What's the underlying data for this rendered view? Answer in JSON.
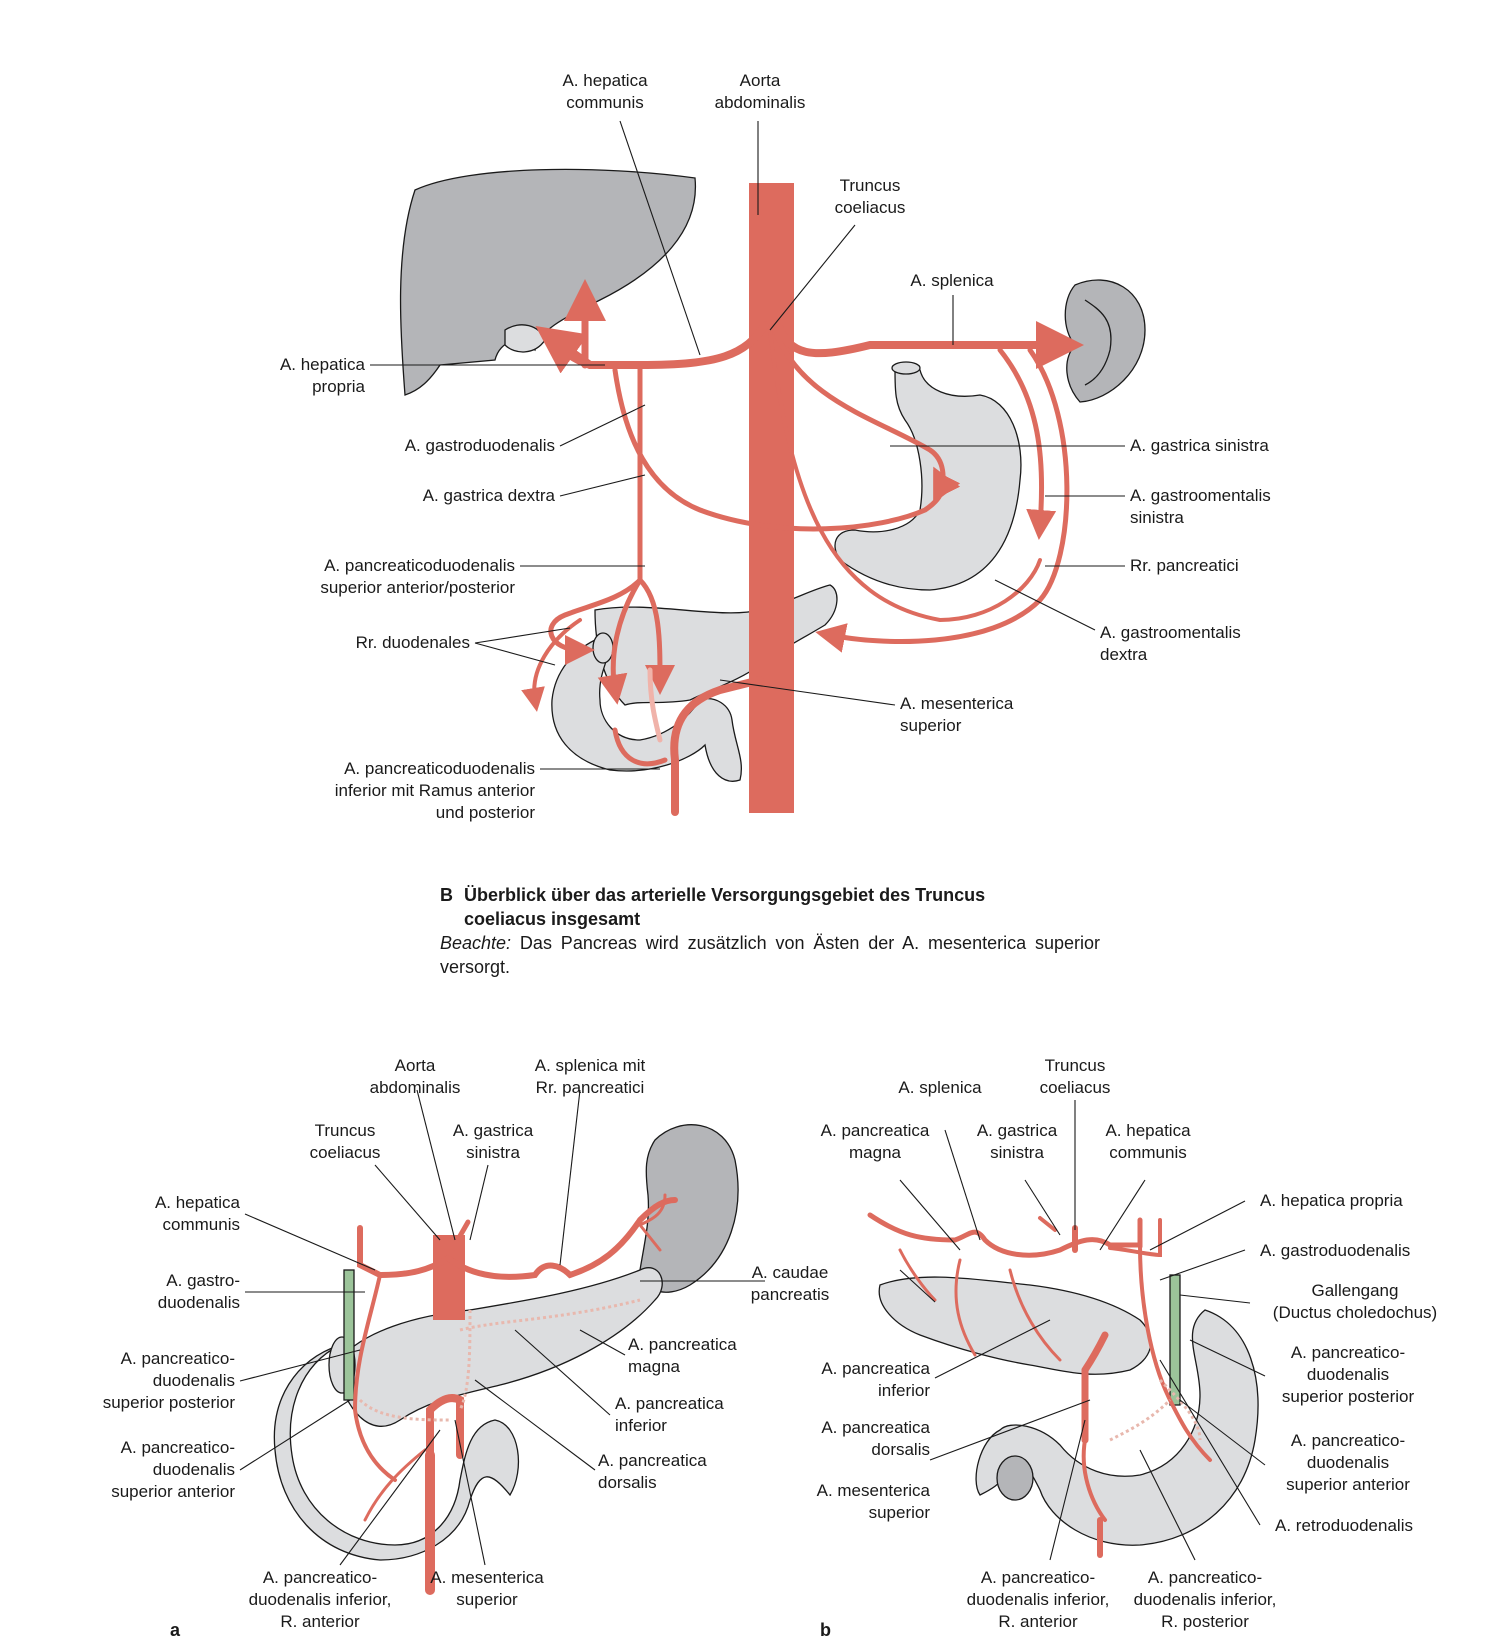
{
  "colors": {
    "artery": "#dd6b5e",
    "organ": "#b4b5b8",
    "organ_light": "#dcdddf",
    "duct": "#9cc49a"
  },
  "top": {
    "hepatica_communis": [
      "A. hepatica",
      "communis"
    ],
    "aorta": [
      "Aorta",
      "abdominalis"
    ],
    "truncus": [
      "Truncus",
      "coeliacus"
    ],
    "splenica": "A. splenica",
    "hepatica_propria": [
      "A. hepatica",
      "propria"
    ],
    "gastroduodenalis": "A. gastroduodenalis",
    "gastrica_sinistra": "A. gastrica sinistra",
    "gastrica_dextra": "A. gastrica dextra",
    "gastroomentalis_sinistra": [
      "A. gastroomentalis",
      "sinistra"
    ],
    "pancreaticoduodenalis_sup": [
      "A. pancreaticoduodenalis",
      "superior anterior/posterior"
    ],
    "rr_pancreatici": "Rr. pancreatici",
    "rr_duodenales": "Rr. duodenales",
    "gastroomentalis_dextra": [
      "A. gastroomentalis",
      "dextra"
    ],
    "mesenterica_superior": [
      "A. mesenterica",
      "superior"
    ],
    "pancreaticoduodenalis_inf": [
      "A. pancreaticoduodenalis",
      "inferior mit Ramus anterior",
      "und posterior"
    ]
  },
  "caption": {
    "letter": "B",
    "title_line1": "Überblick über das arterielle Versorgungsgebiet des Truncus",
    "title_line2": "coeliacus insgesamt",
    "note_label": "Beachte:",
    "note_text": " Das Pancreas wird zusätzlich von Ästen der A. mesenterica superior versorgt."
  },
  "panel_a": {
    "letter": "a",
    "aorta": [
      "Aorta",
      "abdominalis"
    ],
    "splenica": [
      "A. splenica mit",
      "Rr. pancreatici"
    ],
    "truncus": [
      "Truncus",
      "coeliacus"
    ],
    "gastrica_sinistra": [
      "A. gastrica",
      "sinistra"
    ],
    "hepatica_communis": [
      "A. hepatica",
      "communis"
    ],
    "gastroduodenalis": [
      "A. gastro-",
      "duodenalis"
    ],
    "pd_sup_post": [
      "A. pancreatico-",
      "duodenalis",
      "superior posterior"
    ],
    "pd_sup_ant": [
      "A. pancreatico-",
      "duodenalis",
      "superior anterior"
    ],
    "pd_inf": [
      "A. pancreatico-",
      "duodenalis inferior,",
      "R. anterior"
    ],
    "mesenterica": [
      "A. mesenterica",
      "superior"
    ],
    "pancreatica_magna": [
      "A. pancreatica",
      "magna"
    ],
    "pancreatica_inferior": [
      "A. pancreatica",
      "inferior"
    ],
    "pancreatica_dorsalis": [
      "A. pancreatica",
      "dorsalis"
    ],
    "caudae": [
      "A. caudae",
      "pancreatis"
    ]
  },
  "panel_b": {
    "letter": "b",
    "truncus": [
      "Truncus",
      "coeliacus"
    ],
    "splenica": "A. splenica",
    "pancreatica_magna": [
      "A. pancreatica",
      "magna"
    ],
    "gastrica_sinistra": [
      "A. gastrica",
      "sinistra"
    ],
    "hepatica_communis": [
      "A. hepatica",
      "communis"
    ],
    "hepatica_propria": "A. hepatica propria",
    "gastroduodenalis": "A. gastroduodenalis",
    "gallengang": [
      "Gallengang",
      "(Ductus choledochus)"
    ],
    "pd_sup_post": [
      "A. pancreatico-",
      "duodenalis",
      "superior posterior"
    ],
    "pd_sup_ant": [
      "A. pancreatico-",
      "duodenalis",
      "superior anterior"
    ],
    "retroduodenalis": "A. retroduodenalis",
    "pancreatica_inferior": [
      "A. pancreatica",
      "inferior"
    ],
    "pancreatica_dorsalis": [
      "A. pancreatica",
      "dorsalis"
    ],
    "mesenterica": [
      "A. mesenterica",
      "superior"
    ],
    "pd_inf_ant": [
      "A. pancreatico-",
      "duodenalis inferior,",
      "R. anterior"
    ],
    "pd_inf_post": [
      "A. pancreatico-",
      "duodenalis inferior,",
      "R. posterior"
    ]
  }
}
